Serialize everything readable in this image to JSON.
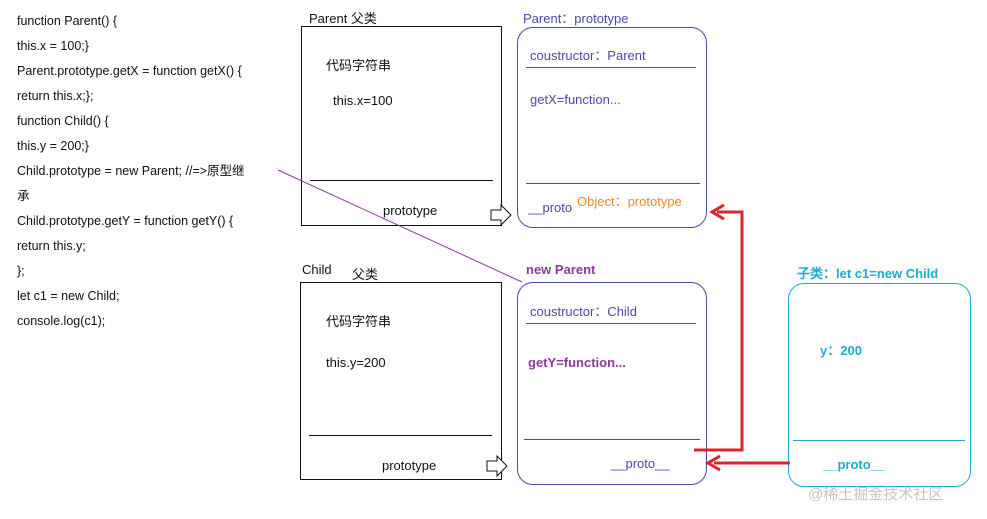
{
  "code_lines": [
    " function Parent() {",
    "this.x = 100;}",
    "Parent.prototype.getX = function getX() {",
    "return this.x;};",
    "function Child() {",
    "this.y = 200;}",
    "Child.prototype = new Parent; //=>原型继",
    "承",
    "Child.prototype.getY = function getY() {",
    "return this.y;",
    "};",
    "let c1 = new Child;",
    "console.log(c1);"
  ],
  "parent_class": {
    "title": "Parent 父类",
    "code_label": "代码字符串",
    "body": "this.x=100",
    "prototype_label": "prototype"
  },
  "parent_prototype": {
    "title": "Parent：prototype",
    "constructor": "coustructor：Parent",
    "method": "getX=function...",
    "proto": "__proto",
    "object_prototype": "Object：prototype"
  },
  "child_class": {
    "title_name": "Child",
    "title_suffix": "父类",
    "code_label": "代码字符串",
    "body": "this.y=200",
    "prototype_label": "prototype"
  },
  "new_parent": {
    "title": "new Parent",
    "constructor": "coustructor：Child",
    "method": "getY=function...",
    "proto": "__proto__"
  },
  "instance": {
    "title": "子类：let c1=new Child",
    "prop": "y：200",
    "proto": "__proto__"
  },
  "watermark": "@稀土掘金技术社区",
  "colors": {
    "blue": "#4a4aa8",
    "purple": "#8e3a9d",
    "orange": "#ee8a1e",
    "cyan": "#1eaad0",
    "red": "#d9252b"
  }
}
